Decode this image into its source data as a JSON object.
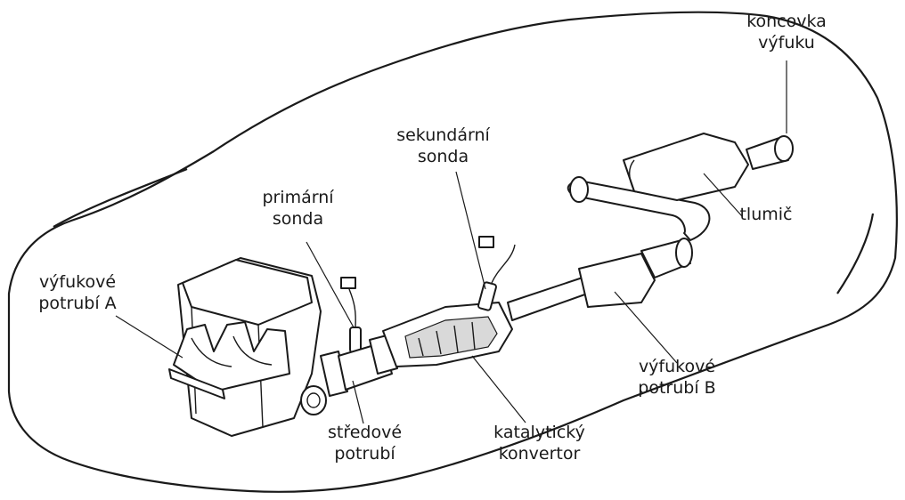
{
  "labels": {
    "koncovka": [
      "koncovka",
      "výfuku"
    ],
    "tlumic": [
      "tlumič"
    ],
    "sekundarni": [
      "sekundární",
      "sonda"
    ],
    "primarni": [
      "primární",
      "sonda"
    ],
    "potrubi_a": [
      "výfukové",
      "potrubí A"
    ],
    "potrubi_b": [
      "výfukové",
      "potrubí B"
    ],
    "stredove": [
      "středové",
      "potrubí"
    ],
    "katalyticky": [
      "katalytický",
      "konvertor"
    ]
  }
}
